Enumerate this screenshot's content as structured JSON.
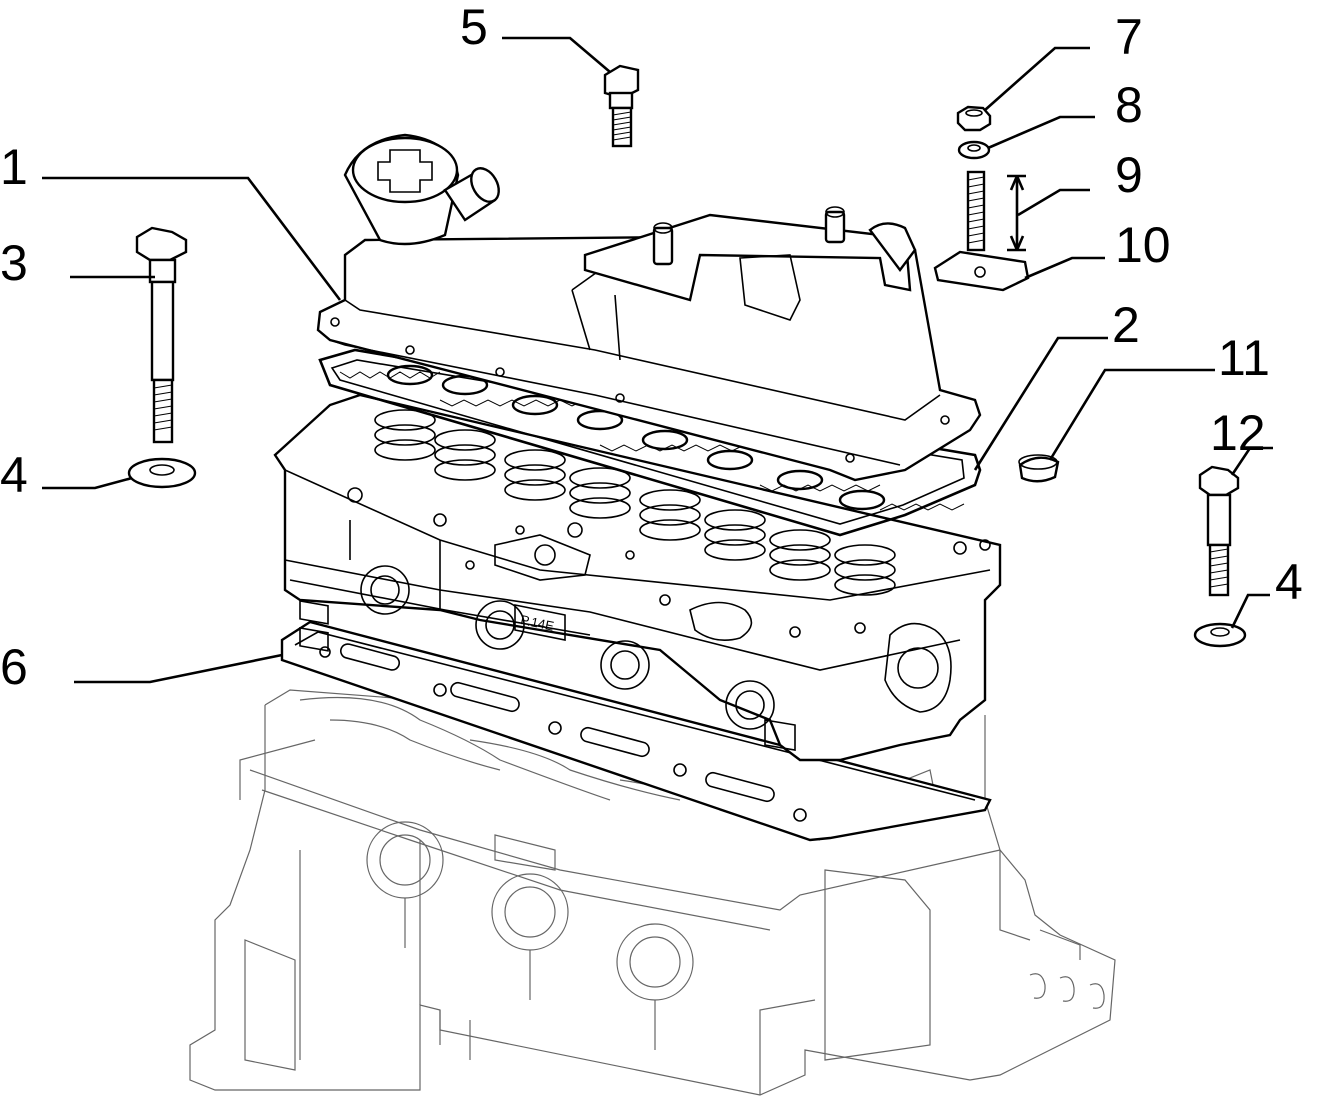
{
  "callouts": {
    "n1": "1",
    "n2": "2",
    "n3": "3",
    "n4a": "4",
    "n4b": "4",
    "n5": "5",
    "n6": "6",
    "n7": "7",
    "n8": "8",
    "n9": "9",
    "n10": "10",
    "n11": "11",
    "n12": "12"
  },
  "stamp": "P.14E",
  "colors": {
    "ink": "#000000",
    "paper": "#ffffff",
    "ghost": "#666666"
  }
}
